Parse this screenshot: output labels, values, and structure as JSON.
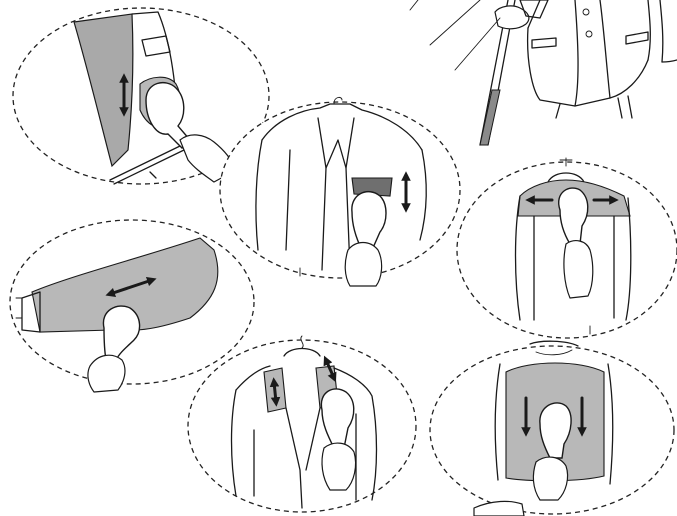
{
  "colors": {
    "outline": "#1a1a1a",
    "steam_area": "#b8b8b8",
    "pocket_fill": "#6f6f6f",
    "background": "#ffffff"
  },
  "steps": [
    {
      "id": "trouser-leg",
      "arrow": "up-down"
    },
    {
      "id": "jacket-pocket-sleeve",
      "arrow": "up-down"
    },
    {
      "id": "shoulders",
      "arrow": "left-right"
    },
    {
      "id": "sleeve",
      "arrow": "diagonal"
    },
    {
      "id": "collar-lapel",
      "arrow": "up-down"
    },
    {
      "id": "back",
      "arrow": "down"
    }
  ]
}
